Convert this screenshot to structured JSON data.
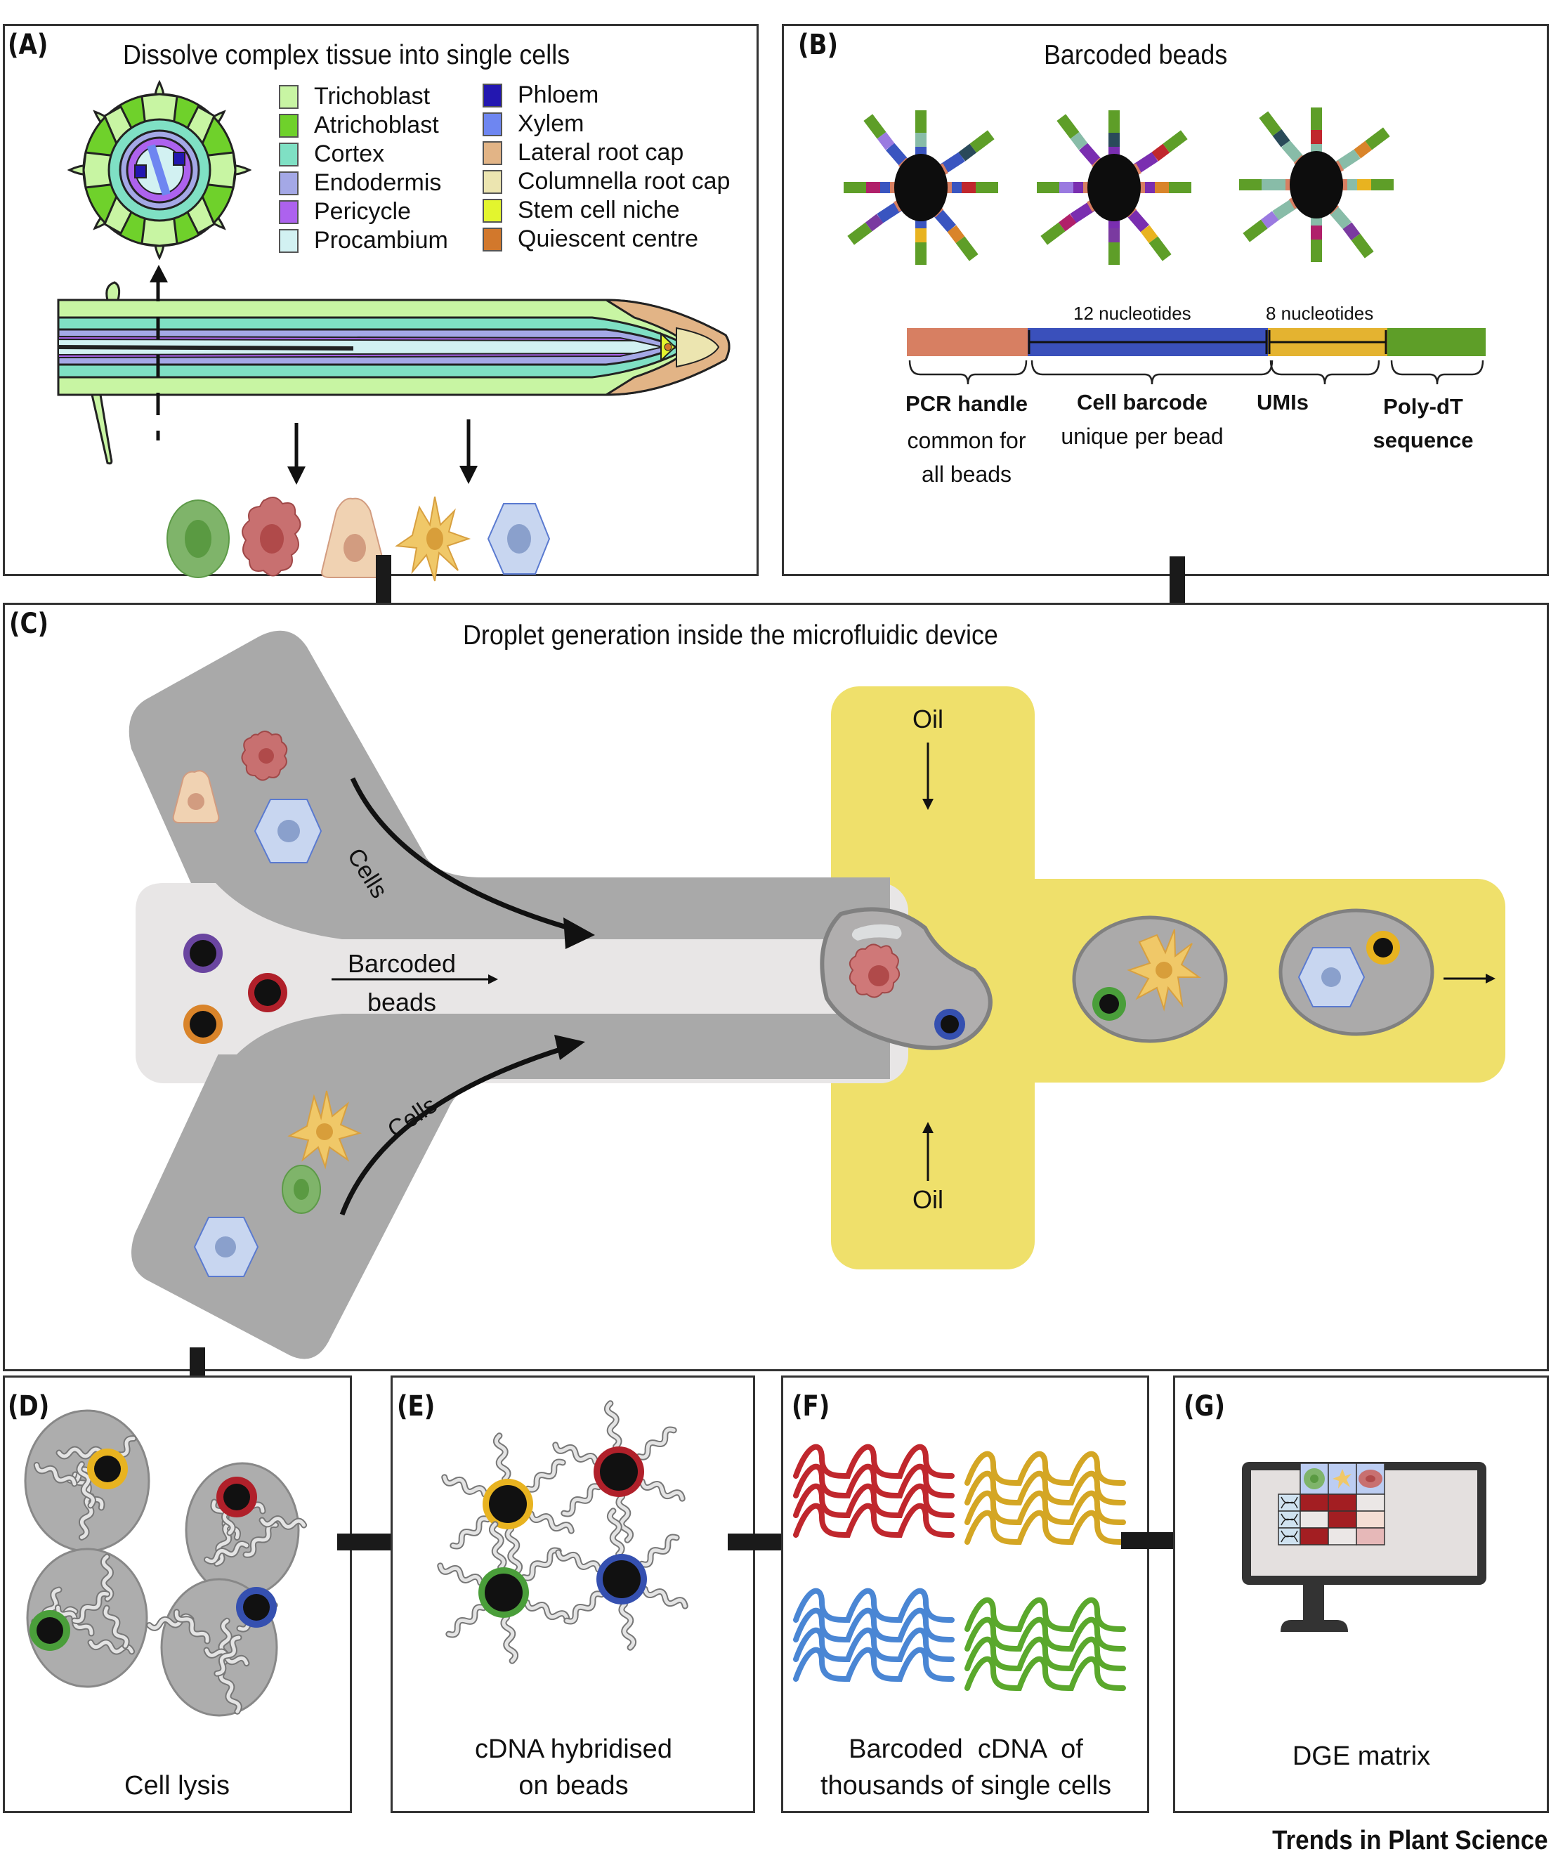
{
  "panels": {
    "A": {
      "label": "(A)",
      "title": "Dissolve complex tissue into single cells",
      "legend_left": [
        {
          "name": "Trichoblast",
          "color": "#c8f5a3"
        },
        {
          "name": "Atrichoblast",
          "color": "#6fd12b"
        },
        {
          "name": "Cortex",
          "color": "#7fe0c4"
        },
        {
          "name": "Endodermis",
          "color": "#a4a8e6"
        },
        {
          "name": "Pericycle",
          "color": "#ad62ee"
        },
        {
          "name": "Procambium",
          "color": "#d2f1f2"
        }
      ],
      "legend_right": [
        {
          "name": "Phloem",
          "color": "#2317b0"
        },
        {
          "name": "Xylem",
          "color": "#6e86f1"
        },
        {
          "name": "Lateral root cap",
          "color": "#e2b486"
        },
        {
          "name": "Columnella root cap",
          "color": "#ece5b0"
        },
        {
          "name": "Stem cell niche",
          "color": "#e3f52e"
        },
        {
          "name": "Quiescent centre",
          "color": "#d2782c"
        }
      ],
      "cells": [
        {
          "type": "oval",
          "color": "#7fb46a",
          "nucleus": "#5a9a42"
        },
        {
          "type": "wavy",
          "color": "#c87070",
          "nucleus": "#b04a4a"
        },
        {
          "type": "triangle",
          "color": "#f0d2b2",
          "nucleus": "#d29c80"
        },
        {
          "type": "star",
          "color": "#f0c868",
          "nucleus": "#d89e3a"
        },
        {
          "type": "hexagon",
          "color": "#c8d6f0",
          "nucleus": "#8aa0cc"
        }
      ]
    },
    "B": {
      "label": "(B)",
      "title": "Barcoded beads",
      "bead_colors": [
        "#3a55c0",
        "#7a2eb0",
        "#88bca8"
      ],
      "segments": [
        {
          "name": "PCR handle",
          "color": "#d77f62",
          "top": "",
          "desc": "common for\nall beads"
        },
        {
          "name": "Cell barcode",
          "color": "#3a50bb",
          "top": "12 nucleotides",
          "desc": "unique per bead"
        },
        {
          "name": "UMIs",
          "color": "#e4b330",
          "top": "8 nucleotides",
          "desc": ""
        },
        {
          "name": "Poly-dT\nsequence",
          "color": "#5e9e28",
          "top": "",
          "desc": ""
        }
      ]
    },
    "C": {
      "label": "(C)",
      "title": "Droplet generation inside the microfluidic device",
      "cells_label_top": "Cells",
      "cells_label_bottom": "Cells",
      "beads_label_line1": "Barcoded",
      "beads_label_line2": "beads",
      "oil_top": "Oil",
      "oil_bottom": "Oil",
      "channel_gray": "#a9a9a9",
      "channel_light": "#e8e6e6",
      "oil_color": "#efe06b",
      "bead_rings": [
        "#6a45a0",
        "#b0202a",
        "#d9842a"
      ]
    },
    "D": {
      "label": "(D)",
      "caption": "Cell lysis",
      "bead_rings": [
        "#e8b320",
        "#b0202a",
        "#4a9e3a",
        "#3550b0"
      ]
    },
    "E": {
      "label": "(E)",
      "caption_line1": "cDNA hybridised",
      "caption_line2": "on beads",
      "bead_rings": [
        "#e8b320",
        "#b0202a",
        "#4a9e3a",
        "#3550b0"
      ]
    },
    "F": {
      "label": "(F)",
      "caption_line1": "Barcoded  cDNA  of",
      "caption_line2": "thousands of single cells",
      "wave_colors": [
        "#c0272d",
        "#d4a624",
        "#4a86d4",
        "#5aa82c"
      ]
    },
    "G": {
      "label": "(G)",
      "caption": "DGE matrix",
      "matrix_header": [
        "green-cell",
        "star-cell",
        "wavy-cell"
      ],
      "matrix": [
        [
          "#a31e22",
          "#a31e22",
          "#ebe7e6"
        ],
        [
          "#ebe7e6",
          "#a31e22",
          "#f5ded4"
        ],
        [
          "#a31e22",
          "#ebe7e6",
          "#e6b8b8"
        ]
      ]
    }
  },
  "footer": "Trends in Plant Science"
}
